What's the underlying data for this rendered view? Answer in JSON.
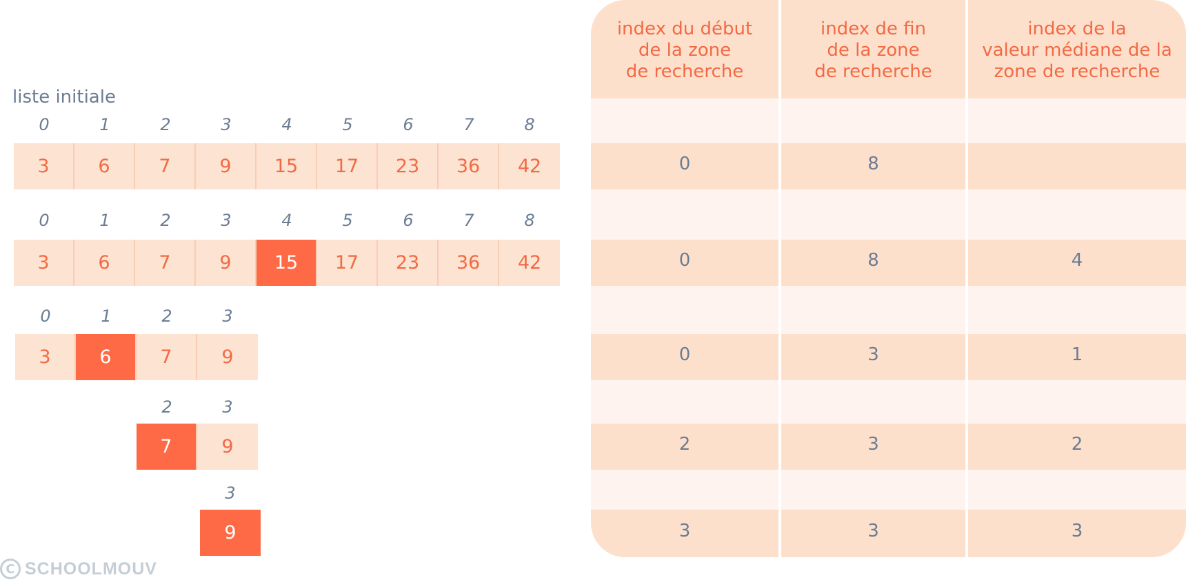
{
  "title": "liste initiale",
  "colors": {
    "cell": "#fde3d1",
    "highlight": "#fe6a45",
    "value_text": "#f26a45",
    "index_text": "#6b7d93",
    "table_row": "#fde0cc",
    "table_row_light": "#fef3ee"
  },
  "rows": [
    {
      "indices": [
        "0",
        "1",
        "2",
        "3",
        "4",
        "5",
        "6",
        "7",
        "8"
      ],
      "values": [
        "3",
        "6",
        "7",
        "9",
        "15",
        "17",
        "23",
        "36",
        "42"
      ],
      "highlight": null
    },
    {
      "indices": [
        "0",
        "1",
        "2",
        "3",
        "4",
        "5",
        "6",
        "7",
        "8"
      ],
      "values": [
        "3",
        "6",
        "7",
        "9",
        "15",
        "17",
        "23",
        "36",
        "42"
      ],
      "highlight": 4
    },
    {
      "indices": [
        "0",
        "1",
        "2",
        "3"
      ],
      "values": [
        "3",
        "6",
        "7",
        "9"
      ],
      "highlight": 1
    },
    {
      "indices": [
        "2",
        "3"
      ],
      "values": [
        "7",
        "9"
      ],
      "highlight": 0
    },
    {
      "indices": [
        "3"
      ],
      "values": [
        "9"
      ],
      "highlight": 0
    }
  ],
  "table": {
    "headers": [
      "index du début\nde la zone\nde recherche",
      "index de fin\nde la zone\nde recherche",
      "index de la\nvaleur médiane de la\nzone de recherche"
    ],
    "rows": [
      [
        "0",
        "8",
        ""
      ],
      [
        "0",
        "8",
        "4"
      ],
      [
        "0",
        "3",
        "1"
      ],
      [
        "2",
        "3",
        "2"
      ],
      [
        "3",
        "3",
        "3"
      ]
    ]
  },
  "logo": {
    "symbol": "C",
    "text": "SCHOOLMOUV"
  }
}
